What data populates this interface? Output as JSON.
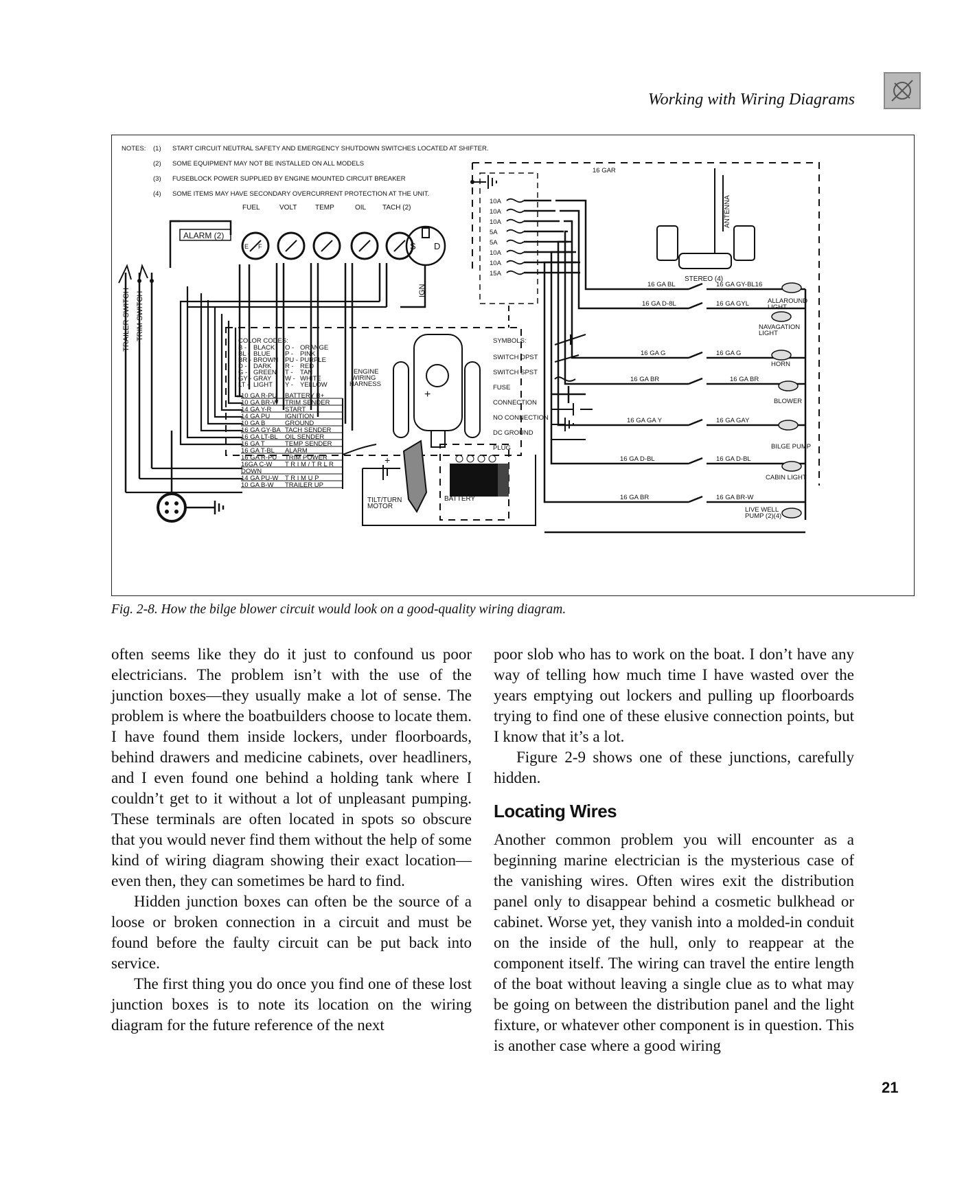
{
  "header": {
    "running_title": "Working with Wiring Diagrams",
    "icon": "book-emblem-icon"
  },
  "figure": {
    "notes_label": "NOTES:",
    "notes": [
      {
        "n": "(1)",
        "text": "START CIRCUIT NEUTRAL SAFETY AND EMERGENCY SHUTDOWN SWITCHES LOCATED AT SHIFTER."
      },
      {
        "n": "(2)",
        "text": "SOME EQUIPMENT MAY NOT BE INSTALLED ON ALL MODELS"
      },
      {
        "n": "(3)",
        "text": "FUSEBLOCK POWER SUPPLIED BY ENGINE MOUNTED CIRCUIT BREAKER"
      },
      {
        "n": "(4)",
        "text": "SOME ITEMS MAY HAVE SECONDARY OVERCURRENT PROTECTION AT THE UNIT."
      }
    ],
    "alarm": "ALARM (2)",
    "gauges": [
      "FUEL",
      "VOLT",
      "TEMP",
      "OIL",
      "TACH (2)"
    ],
    "gauge_fe": [
      "E",
      "F"
    ],
    "ignition": [
      "S",
      "D"
    ],
    "ign_label": "IGN",
    "trailer_switch": "TRAILER SWITCH",
    "trim_switch": "TRIM SWITCH",
    "fuses": [
      "10A",
      "10A",
      "10A",
      "5A",
      "5A",
      "10A",
      "10A",
      "15A"
    ],
    "antenna": "ANTENNA",
    "stereo": "STEREO (4)",
    "color_codes_title": "COLOR CODES:",
    "color_codes": [
      [
        "B -",
        "BLACK",
        "O -",
        "ORANGE"
      ],
      [
        "BL -",
        "BLUE",
        "P -",
        "PINK"
      ],
      [
        "BR -",
        "BROWN",
        "PU -",
        "PURPLE"
      ],
      [
        "D -",
        "DARK",
        "R -",
        "RED"
      ],
      [
        "G -",
        "GREEN",
        "T -",
        "TAN"
      ],
      [
        "GY -",
        "GRAY",
        "W -",
        "WHITE"
      ],
      [
        "LT -",
        "LIGHT",
        "Y -",
        "YELLOW"
      ]
    ],
    "harness_label": [
      "ENGINE",
      "WIRING",
      "HARNESS"
    ],
    "harness_rows": [
      [
        "10 GA R-PU",
        "BATTERY B+"
      ],
      [
        "10 GA BR-W",
        "TRIM  SENDER"
      ],
      [
        "14 GA Y-R",
        "START"
      ],
      [
        "14 GA PU",
        "IGNITION"
      ],
      [
        "10 GA  B",
        "GROUND"
      ],
      [
        "16 GA GY-BA",
        "TACH  SENDER"
      ],
      [
        "16 GA LT-BL",
        "OIL  SENDER"
      ],
      [
        "16 GA T",
        "TEMP  SENDER"
      ],
      [
        "16 GA T-BL",
        "ALARM"
      ],
      [
        "16 GA R-PU",
        "TRIM  POWER"
      ],
      [
        "16GA C-W",
        "T R I M / T R L R"
      ],
      [
        "DOWN",
        ""
      ],
      [
        "14 GA PU-W",
        "T R I M    U P"
      ],
      [
        "10 GA B-W",
        "TRAILER UP"
      ]
    ],
    "symbols_title": "SYMBOLS:",
    "symbols": [
      "SWITCH DPST",
      "SWITCH SPST",
      "FUSE",
      "CONNECTION",
      "NO CONNECTION",
      "DC GROUND",
      "PLUG"
    ],
    "tilt_motor": [
      "TILT/TURN",
      "MOTOR"
    ],
    "battery": "BATTERY",
    "circuits": [
      {
        "left": "16 GAR",
        "right": ""
      },
      {
        "left": "16 GA BL",
        "right": "16 GA GY-BL16"
      },
      {
        "left": "16 GA D-8L",
        "right": "16 GA GYL"
      },
      {
        "left": "16 GA G",
        "right": "16 GA G"
      },
      {
        "left": "16 GA BR",
        "right": "16 GA BR"
      },
      {
        "left": "16 GA GA Y",
        "right": "16 GA GAY"
      },
      {
        "left": "16 GA D-BL",
        "right": "16 GA D-BL"
      },
      {
        "left": "16 GA BR",
        "right": "16 GA BR-W"
      }
    ],
    "devices": [
      [
        "ALLAROUND",
        "LIGHT"
      ],
      [
        "NAVAGATION",
        "LIGHT"
      ],
      [
        "HORN"
      ],
      [
        "BLOWER"
      ],
      [
        "BILGE PUMP"
      ],
      [
        "CABIN LIGHT"
      ],
      [
        "LIVE WELL",
        "PUMP (2)(4)"
      ]
    ]
  },
  "caption": "Fig. 2-8. How the bilge blower circuit would look on a good-quality wiring diagram.",
  "left_column": [
    "often seems like they do it just to confound us poor electricians. The problem isn’t with the use of the junction boxes—they usually make a lot of sense. The problem is where the boatbuilders choose to locate them. I have found them inside lockers, under floorboards, behind drawers and medicine cabinets, over headliners, and I even found one behind a holding tank where I couldn’t get to it without a lot of unpleasant pumping. These terminals are often located in spots so obscure that you would never find them without the help of some kind of wiring diagram showing their exact location—even then, they can sometimes be hard to find.",
    "Hidden junction boxes can often be the source of a loose or broken connection in a circuit and must be found before the faulty circuit can be put back into service.",
    "The first thing you do once you find one of these lost junction boxes is to note its location on the wiring diagram for the future reference of the next"
  ],
  "right_column": {
    "intro": [
      "poor slob who has to work on the boat. I don’t have any way of telling how much time I have wasted over the years emptying out lockers and pulling up floorboards trying to find one of these elusive connection points, but I know that it’s a lot.",
      "Figure 2-9 shows one of these junctions, carefully hidden."
    ],
    "heading": "Locating Wires",
    "body": "Another common problem you will encounter as a beginning marine electrician is the mysterious case of the vanishing wires. Often wires exit the distribution panel only to disappear behind a cosmetic bulkhead or cabinet. Worse yet, they vanish into a molded-in conduit on the inside of the hull, only to reappear at the component itself. The wiring can travel the entire length of the boat without leaving a single clue as to what may be going on between the distribution panel and the light fixture, or whatever other component is in question. This is another case where a good wiring"
  },
  "page_number": "21"
}
